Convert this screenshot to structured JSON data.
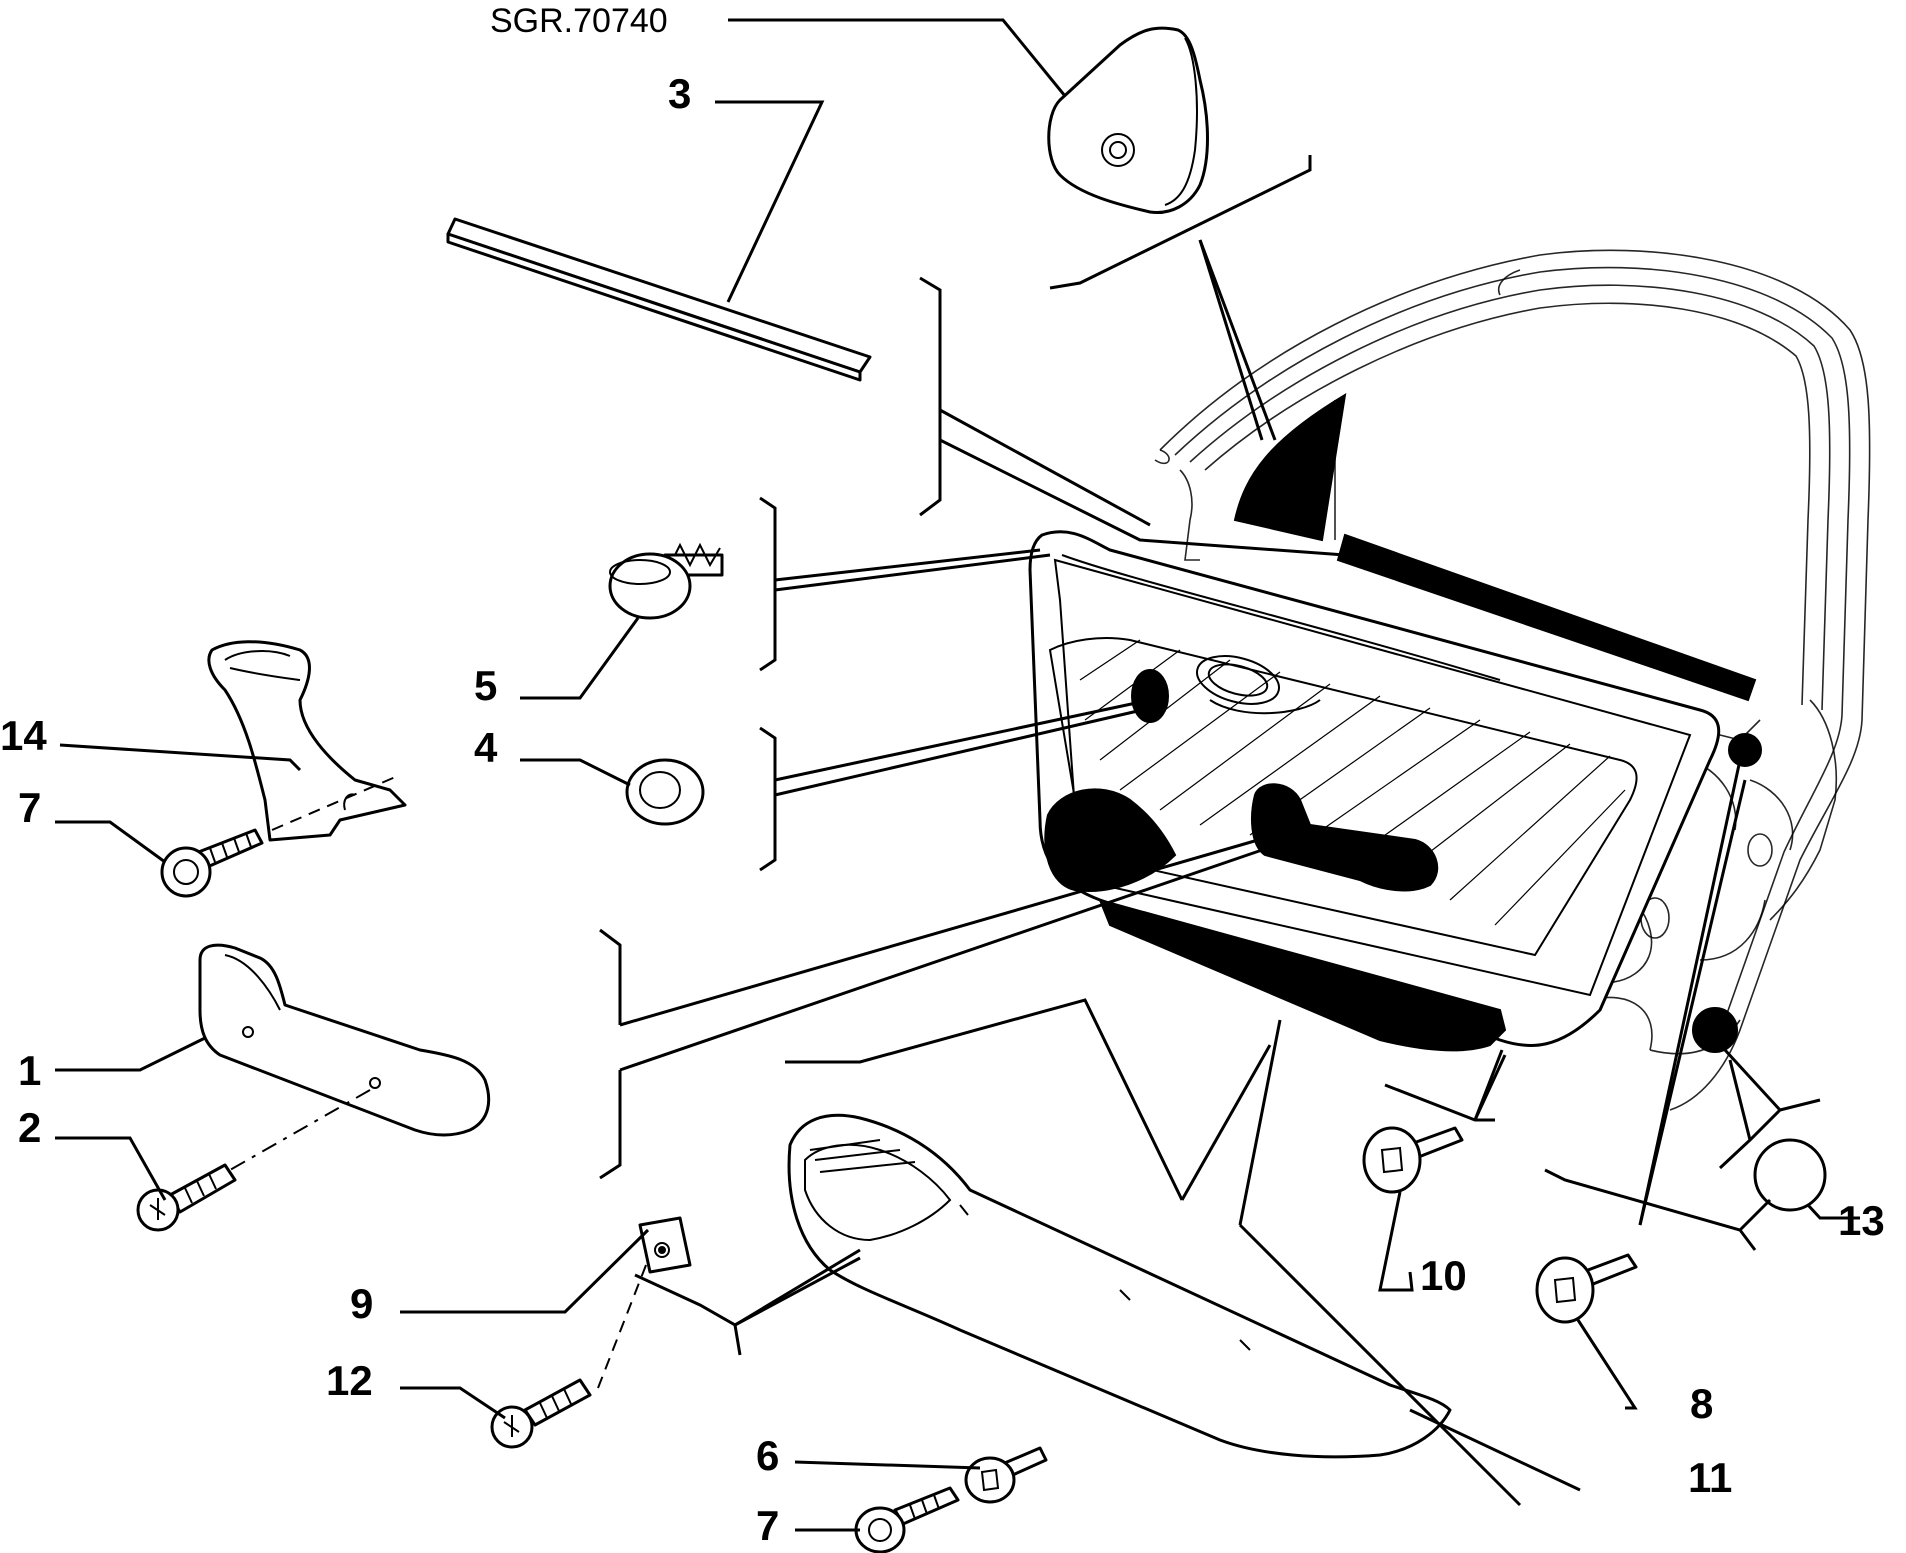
{
  "diagram": {
    "reference_code": "SGR.70740",
    "callouts": {
      "c1": "1",
      "c2": "2",
      "c3": "3",
      "c4": "4",
      "c5": "5",
      "c6": "6",
      "c7a": "7",
      "c7b": "7",
      "c8": "8",
      "c9": "9",
      "c10": "10",
      "c11": "11",
      "c12": "12",
      "c13": "13",
      "c14": "14"
    }
  }
}
